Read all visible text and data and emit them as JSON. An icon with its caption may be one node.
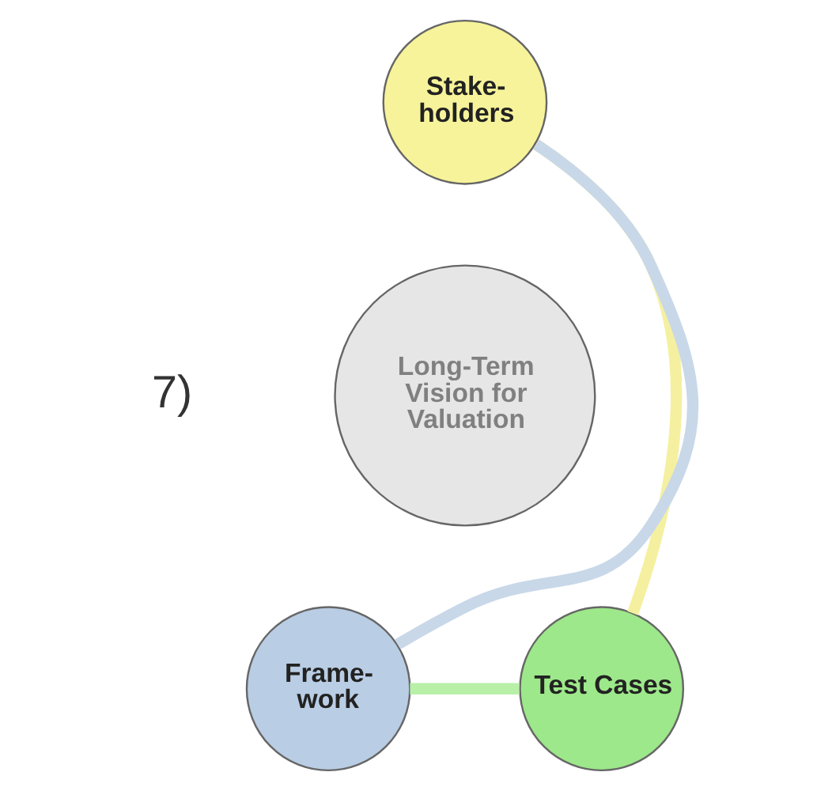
{
  "diagram": {
    "nodes": [
      {
        "text": [
          "Stake- holders"
        ]
      },
      {
        "text": [
          "Long-Term Vision for Valuation"
        ]
      },
      {
        "text": [
          "Frame- work"
        ]
      },
      {
        "text": [
          "Test Cases"
        ]
      }
    ],
    "edges": [
      {
        "from": 0,
        "to": 3,
        "arrow": "none",
        "color": "#f5f0a0"
      },
      {
        "from": 3,
        "to": 2,
        "arrow": "none",
        "color": "#b8f0a8"
      },
      {
        "from": 2,
        "to": 0,
        "arrow": "none",
        "color": "#c8d8e8"
      }
    ],
    "labels": [
      "7)"
    ]
  }
}
